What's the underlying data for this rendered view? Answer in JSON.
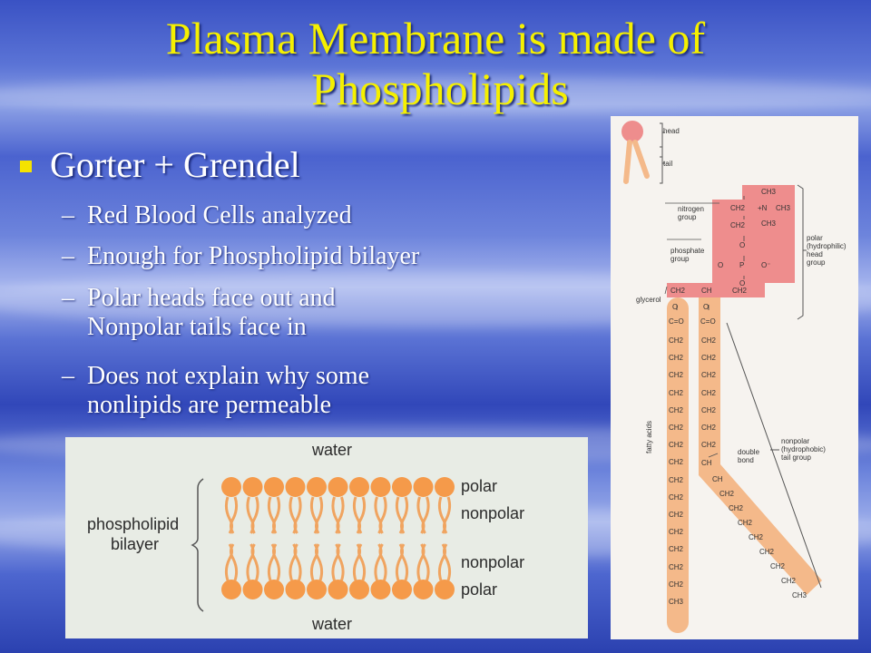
{
  "title": {
    "line1": "Plasma Membrane is made of",
    "line2": "Phospholipids"
  },
  "bullet": {
    "text": "Gorter + Grendel"
  },
  "subbullets": [
    {
      "dash": "–",
      "line1": "Red Blood Cells analyzed",
      "line2": ""
    },
    {
      "dash": "–",
      "line1": "Enough for Phospholipid bilayer",
      "line2": ""
    },
    {
      "dash": "–",
      "line1": "Polar heads face out and",
      "line2": "Nonpolar tails face in"
    },
    {
      "dash": "–",
      "line1": "Does not explain why some",
      "line2": "nonlipids are permeable"
    }
  ],
  "bilayer_figure": {
    "top_label": "water",
    "bottom_label": "water",
    "side_label_line1": "phospholipid",
    "side_label_line2": "bilayer",
    "right_labels": [
      "polar",
      "nonpolar",
      "nonpolar",
      "polar"
    ]
  },
  "structure_figure": {
    "legend_head": "head",
    "legend_tail": "tail",
    "nitrogen_group_1": "nitrogen",
    "nitrogen_group_2": "group",
    "phosphate_group_1": "phosphate",
    "phosphate_group_2": "group",
    "glycerol": "glycerol",
    "polar_1": "polar",
    "polar_2": "(hydrophilic)",
    "polar_3": "head",
    "polar_4": "group",
    "nonpolar_1": "nonpolar",
    "nonpolar_2": "(hydrophobic)",
    "nonpolar_3": "tail group",
    "double_bond_1": "double",
    "double_bond_2": "bond",
    "fatty_acids": "fatty acids",
    "ch3": "CH3",
    "ch2": "CH2",
    "n_plus": "+N",
    "o": "O",
    "p": "P",
    "o_minus": "O⁻",
    "ch": "CH",
    "c_eq_o": "C=O",
    "colors": {
      "head": "#ee8d8d",
      "tail": "#f4b98a"
    }
  }
}
